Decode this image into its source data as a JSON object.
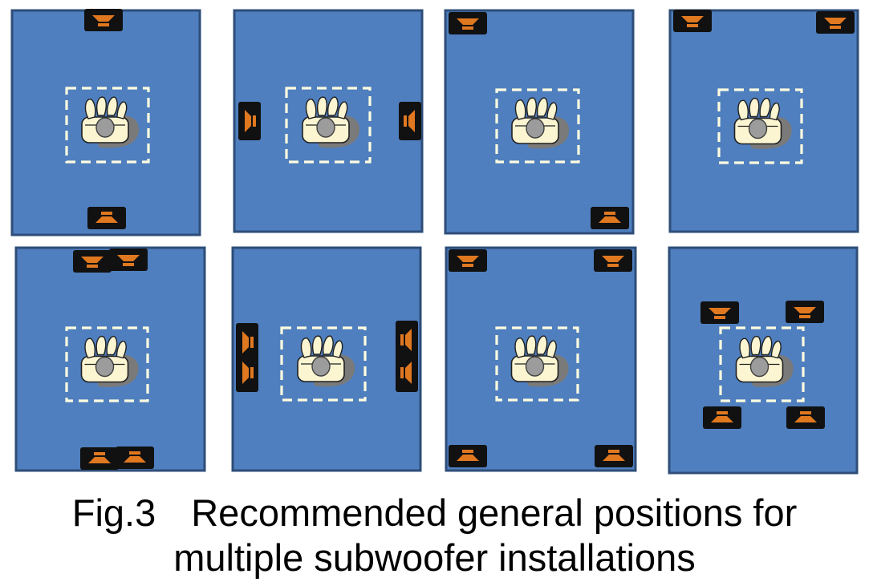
{
  "figure": {
    "colors": {
      "room_fill": "#4f7fbf",
      "room_border": "#2e4d78",
      "zone_dash": "#fffde0",
      "speaker_body": "#111111",
      "speaker_cone": "#e07820",
      "seat_fill": "#fbf5d2",
      "head_fill": "#9c9c9c",
      "shadow_fill": "#7a7a7a"
    },
    "icons": {
      "room": "room-icon",
      "subwoofer": "subwoofer-icon",
      "listener": "listener-chair-icon",
      "listening_area": "listening-zone-outline"
    },
    "panels": [
      {
        "id": "top-bottom-center",
        "subwoofers": 2
      },
      {
        "id": "side-walls-center",
        "subwoofers": 2
      },
      {
        "id": "diagonal-corners",
        "subwoofers": 2
      },
      {
        "id": "front-corners",
        "subwoofers": 2
      },
      {
        "id": "front-back-paired",
        "subwoofers": 4
      },
      {
        "id": "side-walls-paired",
        "subwoofers": 4
      },
      {
        "id": "all-four-corners",
        "subwoofers": 4
      },
      {
        "id": "around-listening-area",
        "subwoofers": 4
      }
    ]
  },
  "caption": {
    "figure_label": "Fig.3",
    "line1": "Recommended general positions for",
    "line2": "multiple subwoofer installations"
  }
}
